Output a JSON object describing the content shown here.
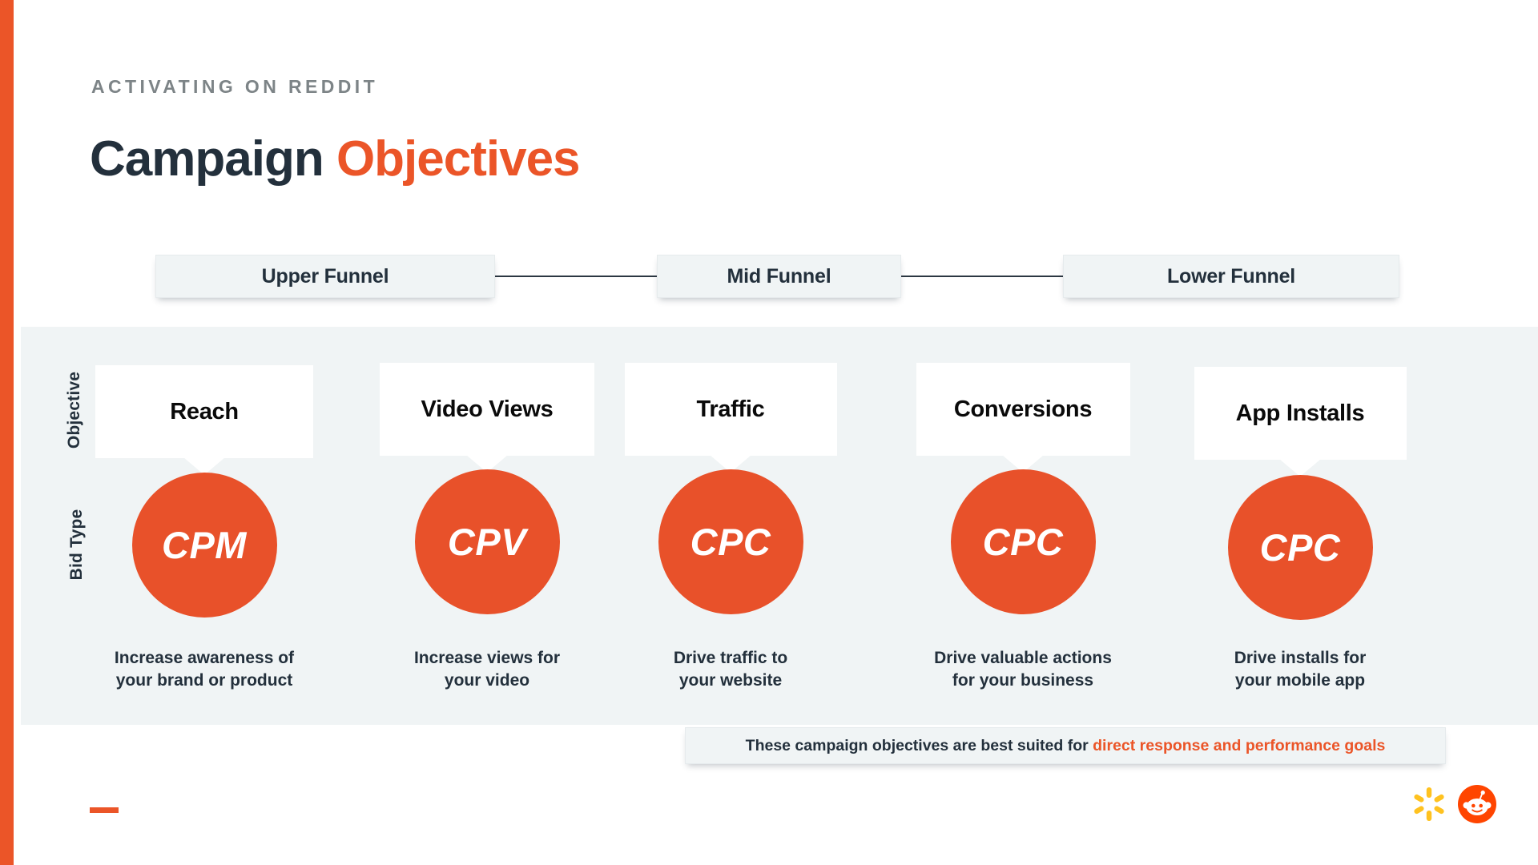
{
  "slide": {
    "eyebrow": "ACTIVATING ON REDDIT",
    "title_part1": "Campaign ",
    "title_part2": "Objectives"
  },
  "funnel_stages": [
    {
      "label": "Upper Funnel"
    },
    {
      "label": "Mid Funnel"
    },
    {
      "label": "Lower Funnel"
    }
  ],
  "axis_labels": {
    "objective": "Objective",
    "bid_type": "Bid Type"
  },
  "columns": [
    {
      "objective": "Reach",
      "bid_type": "CPM",
      "description_line1": "Increase awareness of",
      "description_line2": "your brand or product"
    },
    {
      "objective": "Video Views",
      "bid_type": "CPV",
      "description_line1": "Increase views for",
      "description_line2": "your video"
    },
    {
      "objective": "Traffic",
      "bid_type": "CPC",
      "description_line1": "Drive traffic to",
      "description_line2": "your website"
    },
    {
      "objective": "Conversions",
      "bid_type": "CPC",
      "description_line1": "Drive valuable actions",
      "description_line2": "for your business"
    },
    {
      "objective": "App Installs",
      "bid_type": "CPC",
      "description_line1": "Drive installs for",
      "description_line2": "your mobile app"
    }
  ],
  "callout": {
    "text_plain": "These campaign objectives are best suited for ",
    "text_emphasis": "direct response and performance goals"
  },
  "logos": [
    {
      "name": "walmart-spark-logo",
      "color": "#FFC220"
    },
    {
      "name": "reddit-snoo-logo",
      "color": "#FF4500"
    }
  ],
  "colors": {
    "accent_orange": "#EB5528",
    "circle_orange": "#E8512A",
    "dark_navy": "#23303C",
    "panel_grey": "#F0F4F5",
    "eyebrow_grey": "#7D8487"
  }
}
